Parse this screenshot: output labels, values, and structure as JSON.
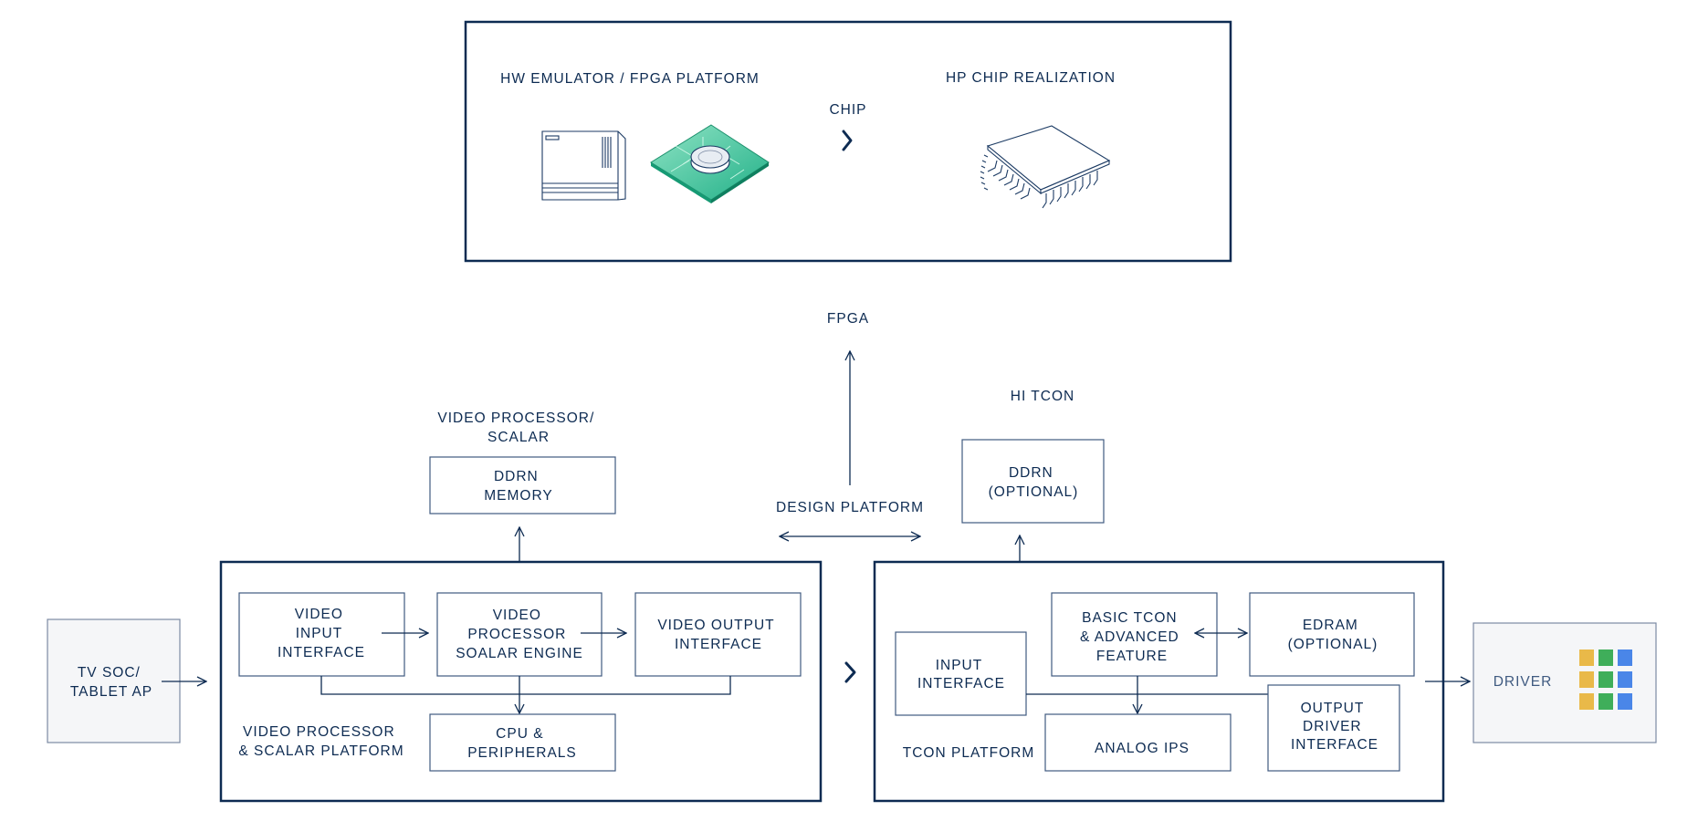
{
  "top_panel": {
    "hw_emulator_title": "HW EMULATOR / FPGA PLATFORM",
    "chip_arrow_label": "CHIP",
    "hp_chip_title": "HP CHIP REALIZATION",
    "icons": [
      "server-icon",
      "fpga-board-icon",
      "chip-icon"
    ]
  },
  "center": {
    "fpga_label": "FPGA",
    "design_platform_label": "DESIGN PLATFORM"
  },
  "video_processor": {
    "title_line1": "VIDEO PROCESSOR/",
    "title_line2": "SCALAR",
    "ddrn_memory": [
      "DDRN",
      "MEMORY"
    ],
    "video_input_interface": [
      "VIDEO",
      "INPUT",
      "INTERFACE"
    ],
    "video_processor_engine": [
      "VIDEO",
      "PROCESSOR",
      "SOALAR ENGINE"
    ],
    "video_output_interface": [
      "VIDEO OUTPUT",
      "INTERFACE"
    ],
    "cpu_peripherals": [
      "CPU &",
      "PERIPHERALS"
    ],
    "platform_label": [
      "VIDEO PROCESSOR",
      "& SCALAR PLATFORM"
    ]
  },
  "source": {
    "label": [
      "TV SOC/",
      "TABLET AP"
    ]
  },
  "tcon": {
    "title": "HI TCON",
    "ddrn_optional": [
      "DDRN",
      "(OPTIONAL)"
    ],
    "input_interface": [
      "INPUT",
      "INTERFACE"
    ],
    "basic_tcon": [
      "BASIC TCON",
      "& ADVANCED",
      "FEATURE"
    ],
    "edram": [
      "EDRAM",
      "(OPTIONAL)"
    ],
    "output_driver_interface": [
      "OUTPUT",
      "DRIVER",
      "INTERFACE"
    ],
    "analog_ips": "ANALOG IPS",
    "platform_label": "TCON PLATFORM"
  },
  "driver": {
    "label": "DRIVER",
    "grid_colors": [
      "#e9b949",
      "#3fae5a",
      "#4a86e8"
    ]
  }
}
